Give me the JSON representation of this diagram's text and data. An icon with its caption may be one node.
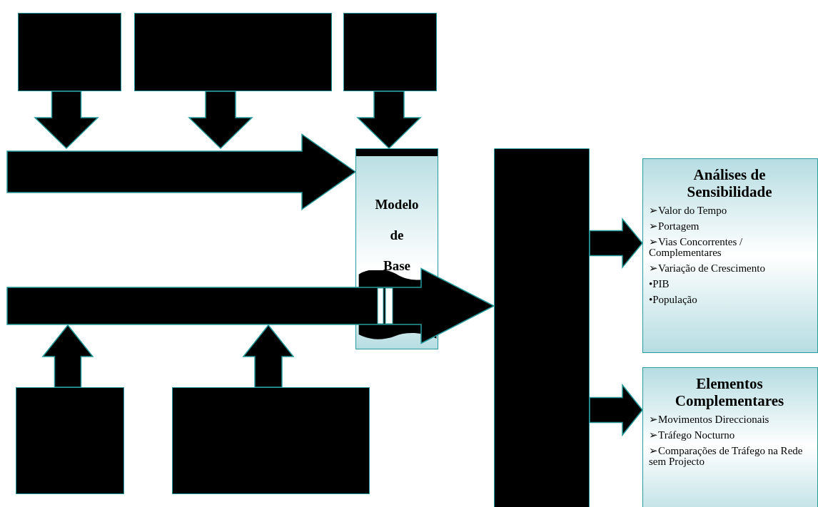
{
  "diagram": {
    "nodes": [
      {
        "text": [],
        "shape": "box"
      },
      {
        "text": [],
        "shape": "box"
      },
      {
        "text": [],
        "shape": "box"
      },
      {
        "text": [
          "Modelo de Base"
        ]
      },
      {
        "text": [],
        "shape": "box"
      },
      {
        "text": [],
        "shape": "box"
      },
      {
        "text": [],
        "shape": "bar"
      },
      {
        "text": [
          "Análises de Sensibilidade",
          "➢Valor do Tempo",
          "➢Portagem",
          "➢Vias Concorrentes / Complementares",
          "➢Variação de Crescimento",
          "•PIB",
          "•População"
        ]
      },
      {
        "text": [
          "Elementos Complementares",
          "➢Movimentos Direccionais",
          "➢Tráfego Nocturno",
          "➢Comparações de Tráfego na Rede sem Projecto"
        ]
      }
    ],
    "edges": [
      {
        "from": 0,
        "to": null,
        "arrow": "to"
      },
      {
        "from": 1,
        "to": null,
        "arrow": "to"
      },
      {
        "from": 2,
        "to": 3,
        "arrow": "to"
      },
      {
        "from": null,
        "to": 3,
        "arrow": "to"
      },
      {
        "from": null,
        "to": 6,
        "arrow": "to"
      },
      {
        "from": 4,
        "to": null,
        "arrow": "to"
      },
      {
        "from": 5,
        "to": null,
        "arrow": "to"
      },
      {
        "from": 6,
        "to": 7,
        "arrow": "to"
      },
      {
        "from": 6,
        "to": 8,
        "arrow": "to"
      }
    ]
  }
}
